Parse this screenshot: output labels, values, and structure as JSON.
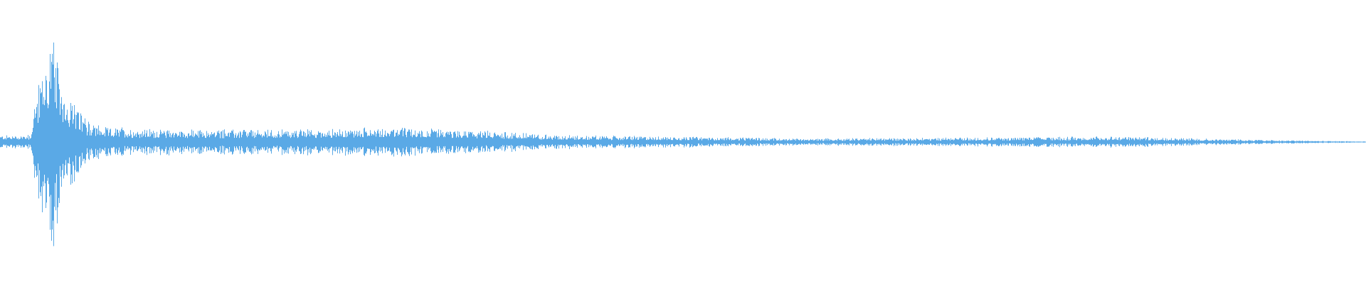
{
  "waveform": {
    "color": "#5aa9e6",
    "background": "#ffffff",
    "envelope": [
      [
        0.0,
        0.055
      ],
      [
        0.022,
        0.06
      ],
      [
        0.024,
        0.25
      ],
      [
        0.03,
        0.62
      ],
      [
        0.034,
        0.72
      ],
      [
        0.038,
        0.98
      ],
      [
        0.043,
        0.56
      ],
      [
        0.05,
        0.4
      ],
      [
        0.056,
        0.28
      ],
      [
        0.063,
        0.17
      ],
      [
        0.075,
        0.12
      ],
      [
        0.1,
        0.11
      ],
      [
        0.15,
        0.1
      ],
      [
        0.2,
        0.1
      ],
      [
        0.25,
        0.11
      ],
      [
        0.29,
        0.12
      ],
      [
        0.32,
        0.105
      ],
      [
        0.36,
        0.09
      ],
      [
        0.4,
        0.06
      ],
      [
        0.45,
        0.05
      ],
      [
        0.5,
        0.045
      ],
      [
        0.55,
        0.035
      ],
      [
        0.6,
        0.028
      ],
      [
        0.65,
        0.032
      ],
      [
        0.7,
        0.035
      ],
      [
        0.76,
        0.04
      ],
      [
        0.82,
        0.045
      ],
      [
        0.86,
        0.035
      ],
      [
        0.9,
        0.022
      ],
      [
        0.95,
        0.012
      ],
      [
        1.0,
        0.005
      ]
    ]
  }
}
